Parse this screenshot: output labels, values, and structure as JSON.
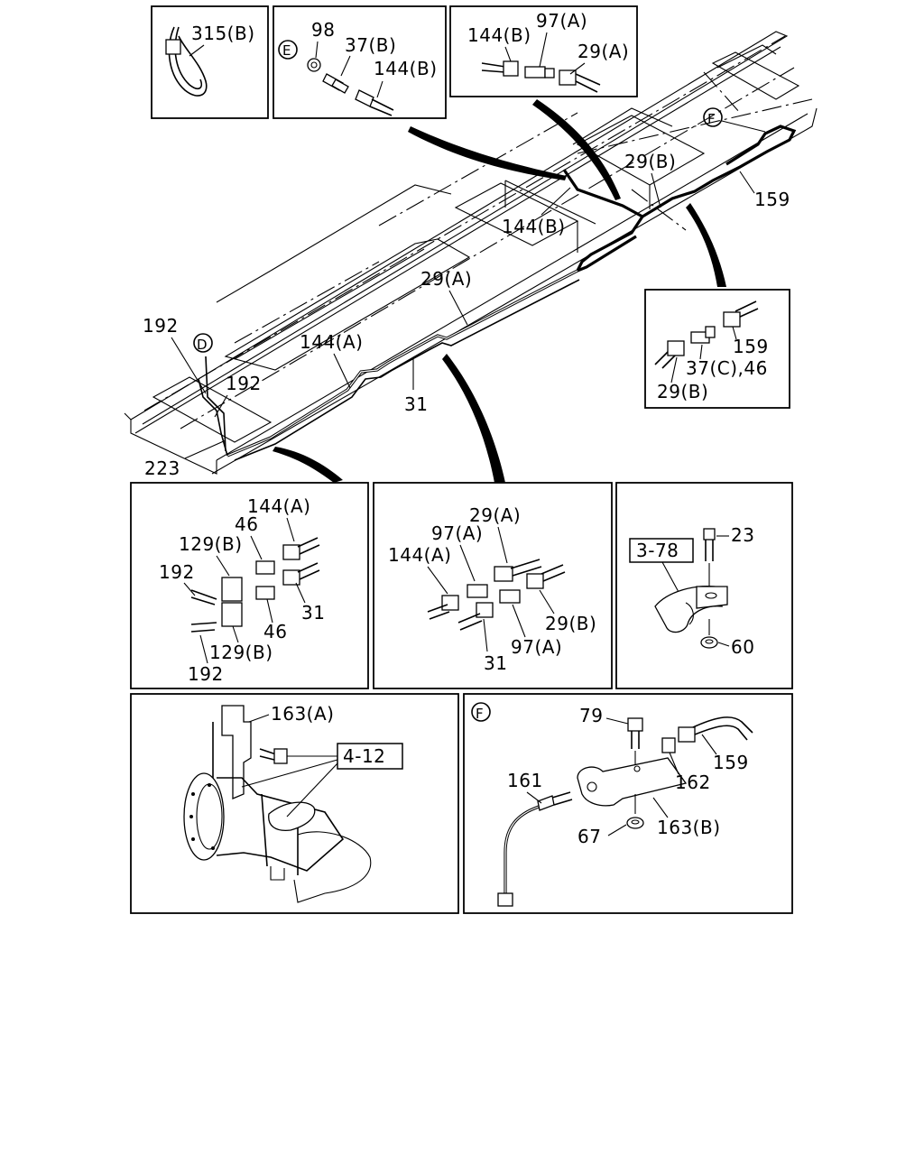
{
  "callouts": {
    "c315b": "315(B)",
    "c98": "98",
    "c37b": "37(B)",
    "c144b_1": "144(B)",
    "c144b_2": "144(B)",
    "c97a_1": "97(A)",
    "c29a_1": "29(A)",
    "c29b_main": "29(B)",
    "c159_main": "159",
    "c144b_main": "144(B)",
    "c29a_main": "29(A)",
    "c192_a": "192",
    "c144a_main": "144(A)",
    "c192_b": "192",
    "c31_main": "31",
    "c223": "223",
    "c159_det": "159",
    "c37c46": "37(C),46",
    "c29b_det": "29(B)",
    "d1_144a": "144(A)",
    "d1_46a": "46",
    "d1_129b_a": "129(B)",
    "d1_192_a": "192",
    "d1_31": "31",
    "d1_46b": "46",
    "d1_129b_b": "129(B)",
    "d1_192_b": "192",
    "d2_29a": "29(A)",
    "d2_97a_a": "97(A)",
    "d2_144a": "144(A)",
    "d2_29b": "29(B)",
    "d2_97a_b": "97(A)",
    "d2_31": "31",
    "d3_23": "23",
    "d3_ref": "3-78",
    "d3_60": "60",
    "d4_163a": "163(A)",
    "d4_ref": "4-12",
    "d5_79": "79",
    "d5_159": "159",
    "d5_161": "161",
    "d5_162": "162",
    "d5_163b": "163(B)",
    "d5_67": "67"
  },
  "markers": {
    "e": "E",
    "d": "D",
    "f": "F",
    "f2": "F"
  }
}
